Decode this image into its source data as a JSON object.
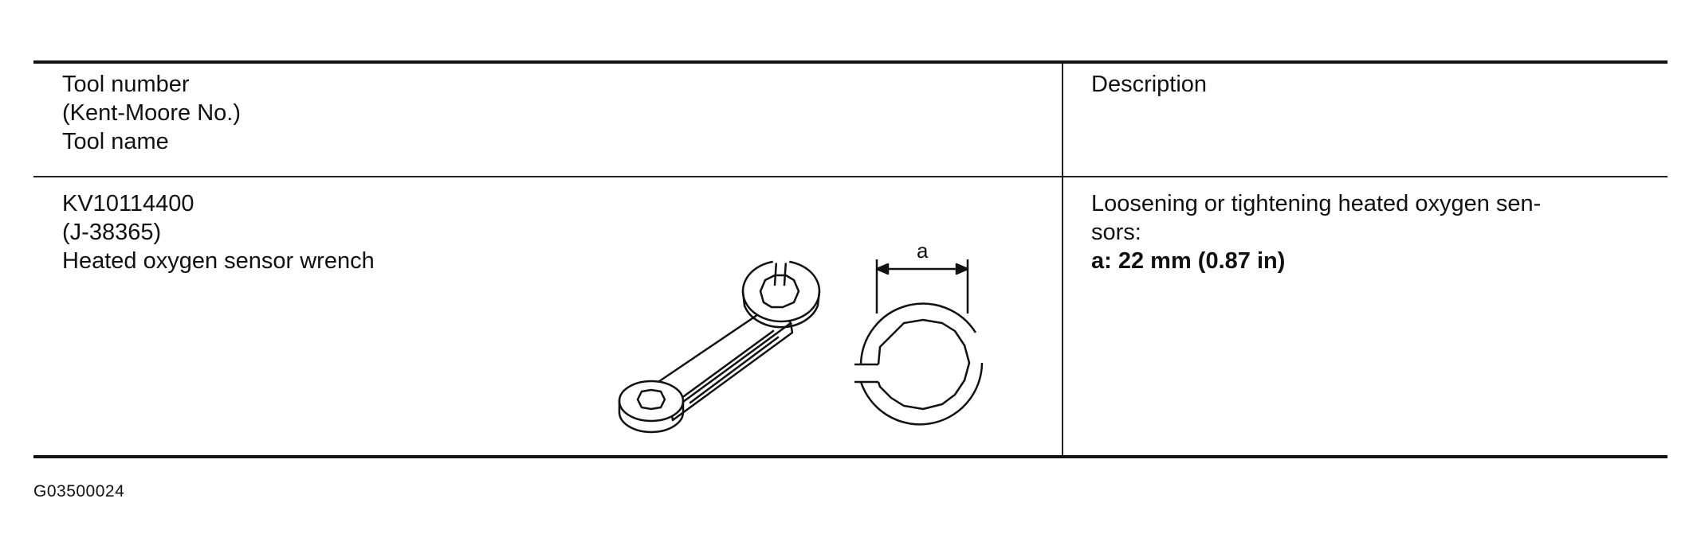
{
  "table": {
    "header": {
      "left_lines": [
        "Tool number",
        "(Kent-Moore No.)",
        "Tool name"
      ],
      "right": "Description"
    },
    "row": {
      "tool_number": "KV10114400",
      "kent_moore_no": "(J-38365)",
      "tool_name": "Heated oxygen sensor wrench",
      "description_lines": [
        "Loosening or tightening heated oxygen sen-",
        "sors:"
      ],
      "spec": "a: 22 mm (0.87 in)",
      "dimension_label": "a"
    }
  },
  "figure_id": "G03500024"
}
